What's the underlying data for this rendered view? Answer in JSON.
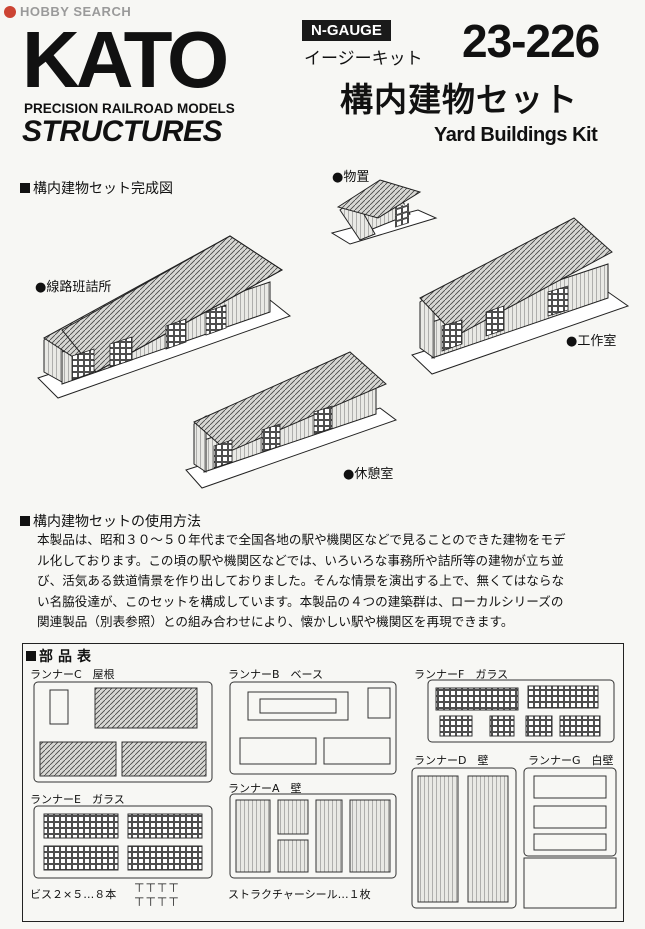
{
  "watermark": {
    "text": "HOBBY SEARCH"
  },
  "brand": {
    "logo": "KATO",
    "tagline": "PRECISION RAILROAD MODELS",
    "series": "STRUCTURES"
  },
  "header": {
    "gauge": "N-GAUGE",
    "subtitle_jp": "イージーキット",
    "product_no": "23-226",
    "title_jp": "構内建物セット",
    "title_en": "Yard Buildings Kit"
  },
  "completed_section": {
    "heading": "構内建物セット完成図",
    "labels": {
      "storage": "物置",
      "track_office": "線路班詰所",
      "workshop": "工作室",
      "rest_room": "休憩室"
    }
  },
  "usage_section": {
    "heading": "構内建物セットの使用方法",
    "lines": [
      "本製品は、昭和３０～５０年代まで全国各地の駅や機関区などで見ることのできた建物をモデ",
      "ル化しております。この頃の駅や機関区などでは、いろいろな事務所や詰所等の建物が立ち並",
      "び、活気ある鉄道情景を作り出しておりました。そんな情景を演出する上で、無くてはならな",
      "い名脇役達が、このセットを構成しています。本製品の４つの建築群は、ローカルシリーズの",
      "関連製品（別表参照）との組み合わせにより、懐かしい駅や機関区を再現できます。"
    ]
  },
  "parts_section": {
    "heading": "部品表",
    "runners": {
      "c": "ランナーC　屋根",
      "b": "ランナーB　ベース",
      "f": "ランナーF　ガラス",
      "e": "ランナーE　ガラス",
      "a": "ランナーA　壁",
      "d": "ランナーD　壁",
      "g": "ランナーG　白壁"
    },
    "screws": "ビス２×５…８本",
    "sticker": "ストラクチャーシール…１枚"
  }
}
